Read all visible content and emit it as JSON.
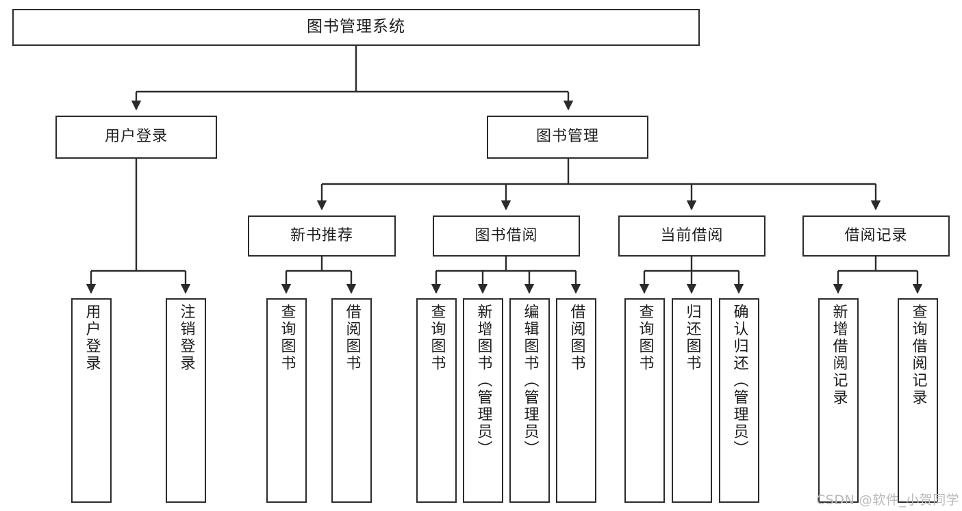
{
  "diagram": {
    "title": "图书管理系统",
    "type": "tree",
    "stroke_color": "#2b2b2b",
    "fill_color": "#ffffff",
    "text_color": "#1d1d1d",
    "root": {
      "id": "root",
      "label": "图书管理系统"
    },
    "level2": [
      {
        "id": "user-login",
        "label": "用户登录"
      },
      {
        "id": "book-manage",
        "label": "图书管理"
      }
    ],
    "level3": [
      {
        "id": "new-book-rec",
        "label": "新书推荐",
        "parent": "book-manage"
      },
      {
        "id": "book-borrow",
        "label": "图书借阅",
        "parent": "book-manage"
      },
      {
        "id": "current-borrow",
        "label": "当前借阅",
        "parent": "book-manage"
      },
      {
        "id": "borrow-record",
        "label": "借阅记录",
        "parent": "book-manage"
      }
    ],
    "leaves": {
      "user-login": [
        {
          "id": "leaf-user-login",
          "label": "用户登录"
        },
        {
          "id": "leaf-user-logout",
          "label": "注销登录"
        }
      ],
      "new-book-rec": [
        {
          "id": "leaf-query-book-1",
          "label": "查询图书"
        },
        {
          "id": "leaf-borrow-book-1",
          "label": "借阅图书"
        }
      ],
      "book-borrow": [
        {
          "id": "leaf-query-book-2",
          "label": "查询图书"
        },
        {
          "id": "leaf-add-book",
          "label": "新增图书（管理员）"
        },
        {
          "id": "leaf-edit-book",
          "label": "编辑图书（管理员）"
        },
        {
          "id": "leaf-borrow-book-2",
          "label": "借阅图书"
        }
      ],
      "current-borrow": [
        {
          "id": "leaf-query-book-3",
          "label": "查询图书"
        },
        {
          "id": "leaf-return-book",
          "label": "归还图书"
        },
        {
          "id": "leaf-confirm-return",
          "label": "确认归还（管理员）"
        }
      ],
      "borrow-record": [
        {
          "id": "leaf-add-record",
          "label": "新增借阅记录"
        },
        {
          "id": "leaf-query-record",
          "label": "查询借阅记录"
        }
      ]
    }
  },
  "watermark": {
    "text": "CSDN @软件_小贺同学",
    "color": "#b9b9b9"
  }
}
